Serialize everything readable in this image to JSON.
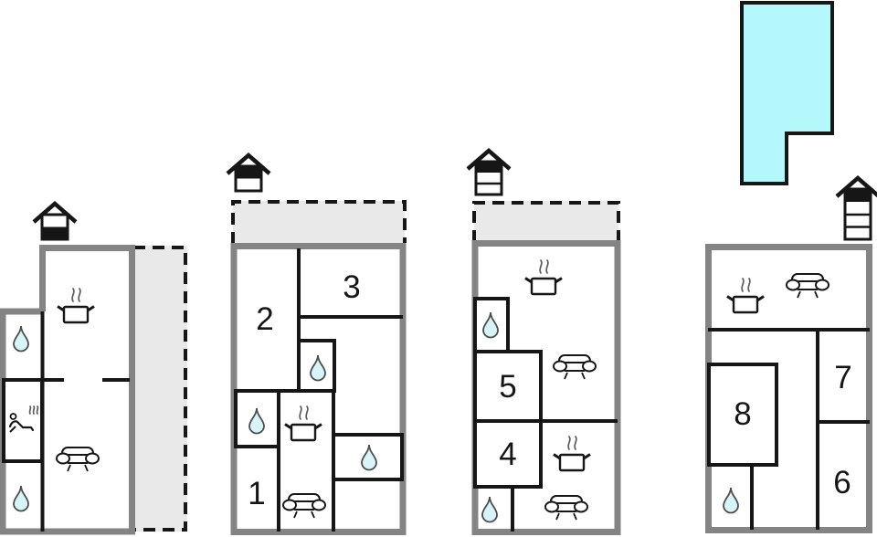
{
  "plan": {
    "type": "holiday-home-floor-plan",
    "room_labels": {
      "r1": "1",
      "r2": "2",
      "r3": "3",
      "r4": "4",
      "r5": "5",
      "r6": "6",
      "r7": "7",
      "r8": "8"
    },
    "pool": {
      "name": "swimming-pool",
      "color": "#b4f8fb"
    },
    "buildings": [
      {
        "name": "unit-a",
        "floor_indicator": {
          "floors": 2,
          "highlighted_band": "bottom"
        },
        "rooms": [],
        "icons": [
          "stove-icon",
          "sofa-icon",
          "sauna-icon",
          "water-drop-icon",
          "water-drop-icon"
        ],
        "has_terrace": true
      },
      {
        "name": "unit-b",
        "floor_indicator": {
          "floors": 2,
          "highlighted_band": "top"
        },
        "rooms": [
          "1",
          "2",
          "3"
        ],
        "icons": [
          "stove-icon",
          "sofa-icon",
          "water-drop-icon",
          "water-drop-icon",
          "water-drop-icon"
        ],
        "has_terrace": true
      },
      {
        "name": "unit-c",
        "floor_indicator": {
          "floors": 3,
          "highlighted_band": "top"
        },
        "rooms": [
          "4",
          "5"
        ],
        "icons": [
          "stove-icon",
          "stove-icon",
          "sofa-icon",
          "sofa-icon",
          "water-drop-icon",
          "water-drop-icon"
        ],
        "has_terrace": true
      },
      {
        "name": "unit-d",
        "floor_indicator": {
          "floors": 4,
          "highlighted_band": "top"
        },
        "rooms": [
          "6",
          "7",
          "8"
        ],
        "icons": [
          "stove-icon",
          "sofa-icon",
          "water-drop-icon"
        ],
        "has_terrace": false
      }
    ]
  },
  "colors": {
    "outer_wall": "#848484",
    "inner_wall": "#161616",
    "terrace_fill": "#e9e9e9",
    "pool_fill": "#b4f8fb",
    "water_drop_fill": "#d7f5f9",
    "background": "#ffffff"
  }
}
